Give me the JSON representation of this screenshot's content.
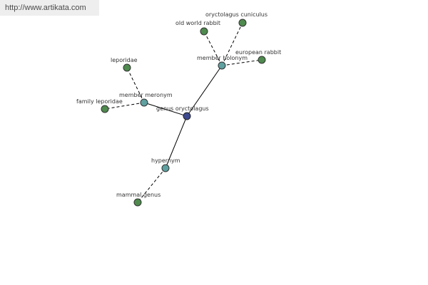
{
  "source_url": "http://www.artikata.com",
  "colors": {
    "center": "#3e4a8f",
    "relation": "#5fa0a0",
    "term": "#4f8a4f",
    "edge": "#000000"
  },
  "graph": {
    "center": "genus oryctolagus",
    "relations": {
      "member_holonym": "member holonym",
      "member_meronym": "member meronym",
      "hypernym": "hypernym"
    },
    "terms": {
      "old_world_rabbit": "old world rabbit",
      "oryctolagus_cuniculus": "oryctolagus cuniculus",
      "european_rabbit": "european rabbit",
      "leporidae": "leporidae",
      "family_leporidae": "family leporidae",
      "mammal_genus": "mammal genus"
    }
  }
}
